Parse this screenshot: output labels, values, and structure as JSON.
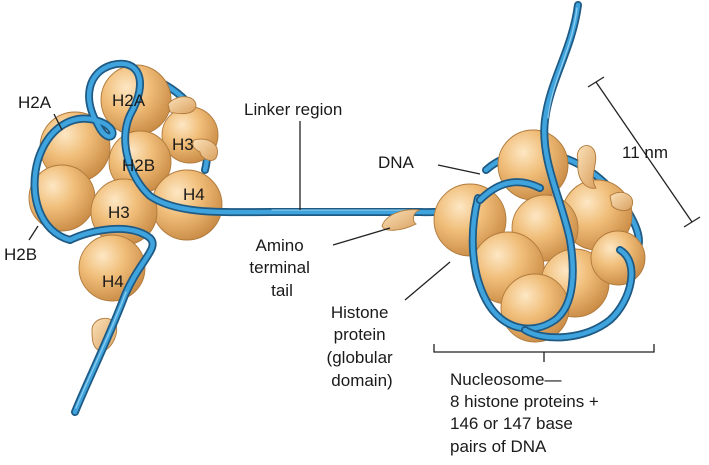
{
  "labels": {
    "left_h2a_outer": "H2A",
    "left_h2a_inner": "H2A",
    "left_h3_top": "H3",
    "left_h2b_inner": "H2B",
    "left_h4_right": "H4",
    "left_h3_center": "H3",
    "left_h2b_outer": "H2B",
    "left_h4_bottom": "H4",
    "linker_region": "Linker region",
    "dna": "DNA",
    "size": "11 nm",
    "amino_tail": [
      "Amino",
      "terminal",
      "tail"
    ],
    "histone_protein": [
      "Histone",
      "protein",
      "(globular",
      "domain)"
    ],
    "nucleosome": [
      "Nucleosome—",
      "8 histone proteins +",
      "146 or 147 base",
      "pairs of DNA"
    ]
  },
  "colors": {
    "dna_outer": "#1e5a84",
    "dna_inner": "#3fa4dd",
    "histone_light": "#fbdcae",
    "histone_mid": "#eeb56b",
    "histone_dark": "#c78a45"
  }
}
